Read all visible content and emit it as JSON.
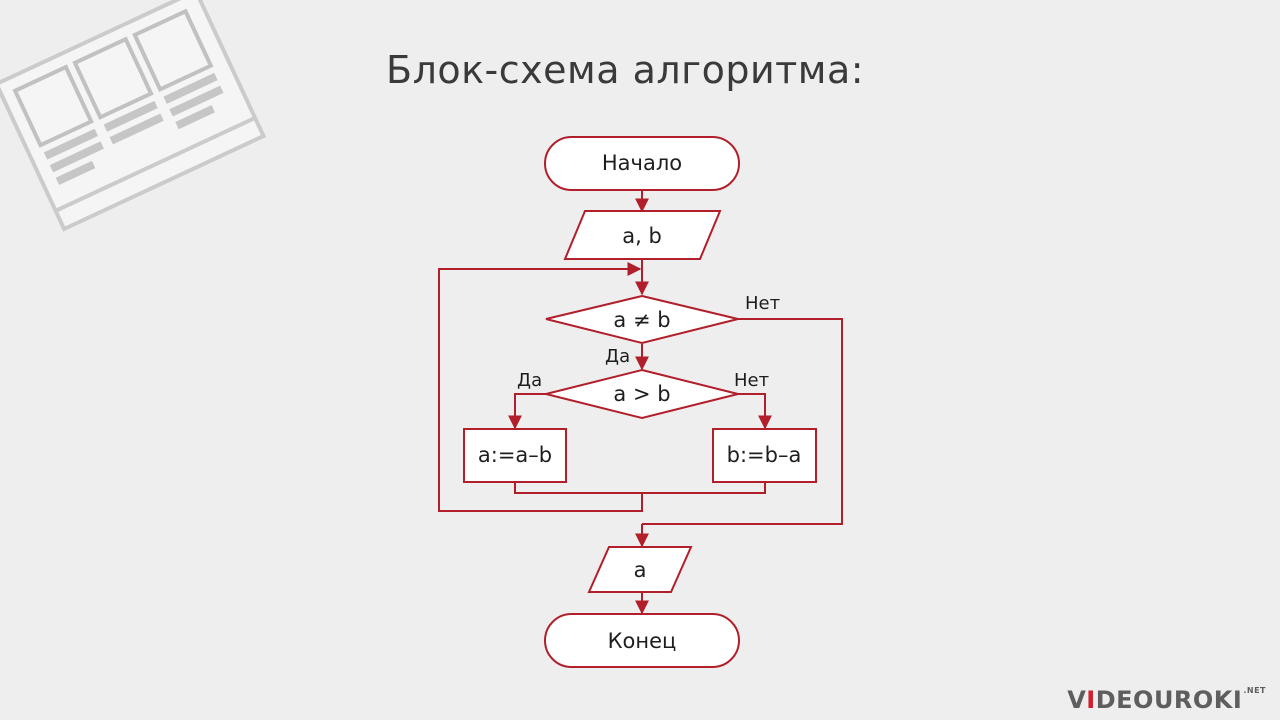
{
  "slide": {
    "title": "Блок-схема алгоритма:"
  },
  "flowchart": {
    "start": "Начало",
    "input": "a, b",
    "condition_loop": "a ≠ b",
    "condition_compare": "a > b",
    "action_yes": "a:=a–b",
    "action_no": "b:=b–a",
    "output": "a",
    "end": "Конец",
    "label_loop_yes": "Да",
    "label_loop_no": "Нет",
    "label_compare_yes": "Да",
    "label_compare_no": "Нет"
  },
  "logo": {
    "prefix": "V",
    "accent": "I",
    "main": "DEOUROKI",
    "suffix": ".NET"
  },
  "colors": {
    "stroke": "#b01f2a",
    "background": "#efeeee",
    "logo_accent": "#d2202f"
  }
}
